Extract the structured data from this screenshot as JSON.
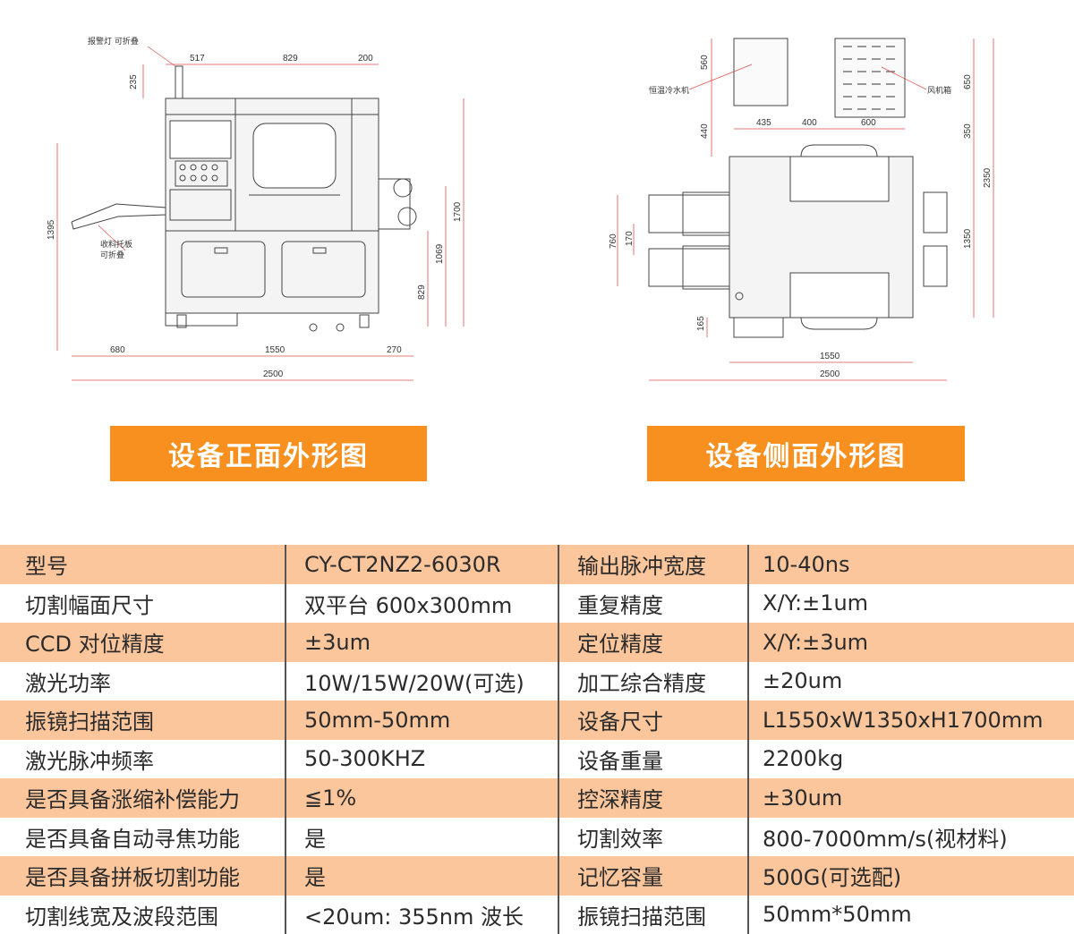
{
  "front_view": {
    "notes": {
      "alarm_lamp": "报警灯 可折叠",
      "tray_line1": "收料托板",
      "tray_line2": "可折叠"
    },
    "dims": {
      "top_517": "517",
      "top_829": "829",
      "top_200": "200",
      "left_235": "235",
      "left_1395": "1395",
      "right_1700": "1700",
      "right_1069": "1069",
      "right_829": "829",
      "bottom_680": "680",
      "bottom_1550": "1550",
      "bottom_270": "270",
      "bottom_2500": "2500"
    }
  },
  "side_view": {
    "notes": {
      "chiller": "恒温冷水机",
      "fan_box": "风机箱"
    },
    "dims": {
      "left_560": "560",
      "left_440": "440",
      "bottom_435": "435",
      "bottom_400": "400",
      "bottom_600": "600",
      "right_650": "650",
      "right_350": "350",
      "right_2350": "2350",
      "right_1350": "1350",
      "left_760": "760",
      "left_170": "170",
      "left_165": "165",
      "bottom_1550": "1550",
      "bottom_2500": "2500"
    }
  },
  "captions": {
    "front": "设备正面外形图",
    "side": "设备侧面外形图"
  },
  "spec_rows": [
    {
      "label1": "型号",
      "value1": "CY-CT2NZ2-6030R",
      "label2": "输出脉冲宽度",
      "value2": "10-40ns"
    },
    {
      "label1": "切割幅面尺寸",
      "value1": "双平台 600x300mm",
      "label2": "重复精度",
      "value2": "X/Y:±1um"
    },
    {
      "label1": "CCD 对位精度",
      "value1": "±3um",
      "label2": "定位精度",
      "value2": "X/Y:±3um"
    },
    {
      "label1": "激光功率",
      "value1": "10W/15W/20W(可选)",
      "label2": "加工综合精度",
      "value2": "±20um"
    },
    {
      "label1": "振镜扫描范围",
      "value1": "50mm-50mm",
      "label2": "设备尺寸",
      "value2": "L1550xW1350xH1700mm"
    },
    {
      "label1": "激光脉冲频率",
      "value1": "50-300KHZ",
      "label2": "设备重量",
      "value2": "2200kg"
    },
    {
      "label1": "是否具备涨缩补偿能力",
      "value1": "≦1%",
      "label2": "控深精度",
      "value2": "±30um"
    },
    {
      "label1": "是否具备自动寻焦功能",
      "value1": "是",
      "label2": "切割效率",
      "value2": "800-7000mm/s(视材料)"
    },
    {
      "label1": "是否具备拼板切割功能",
      "value1": "是",
      "label2": "记忆容量",
      "value2": "500G(可选配)"
    },
    {
      "label1": "切割线宽及波段范围",
      "value1": "<20um: 355nm 波长",
      "label2": "振镜扫描范围",
      "value2": "50mm*50mm"
    }
  ],
  "colors": {
    "accent": "#f7901e",
    "row_highlight": "#fcc69d",
    "dimension_line": "#d9534f"
  }
}
